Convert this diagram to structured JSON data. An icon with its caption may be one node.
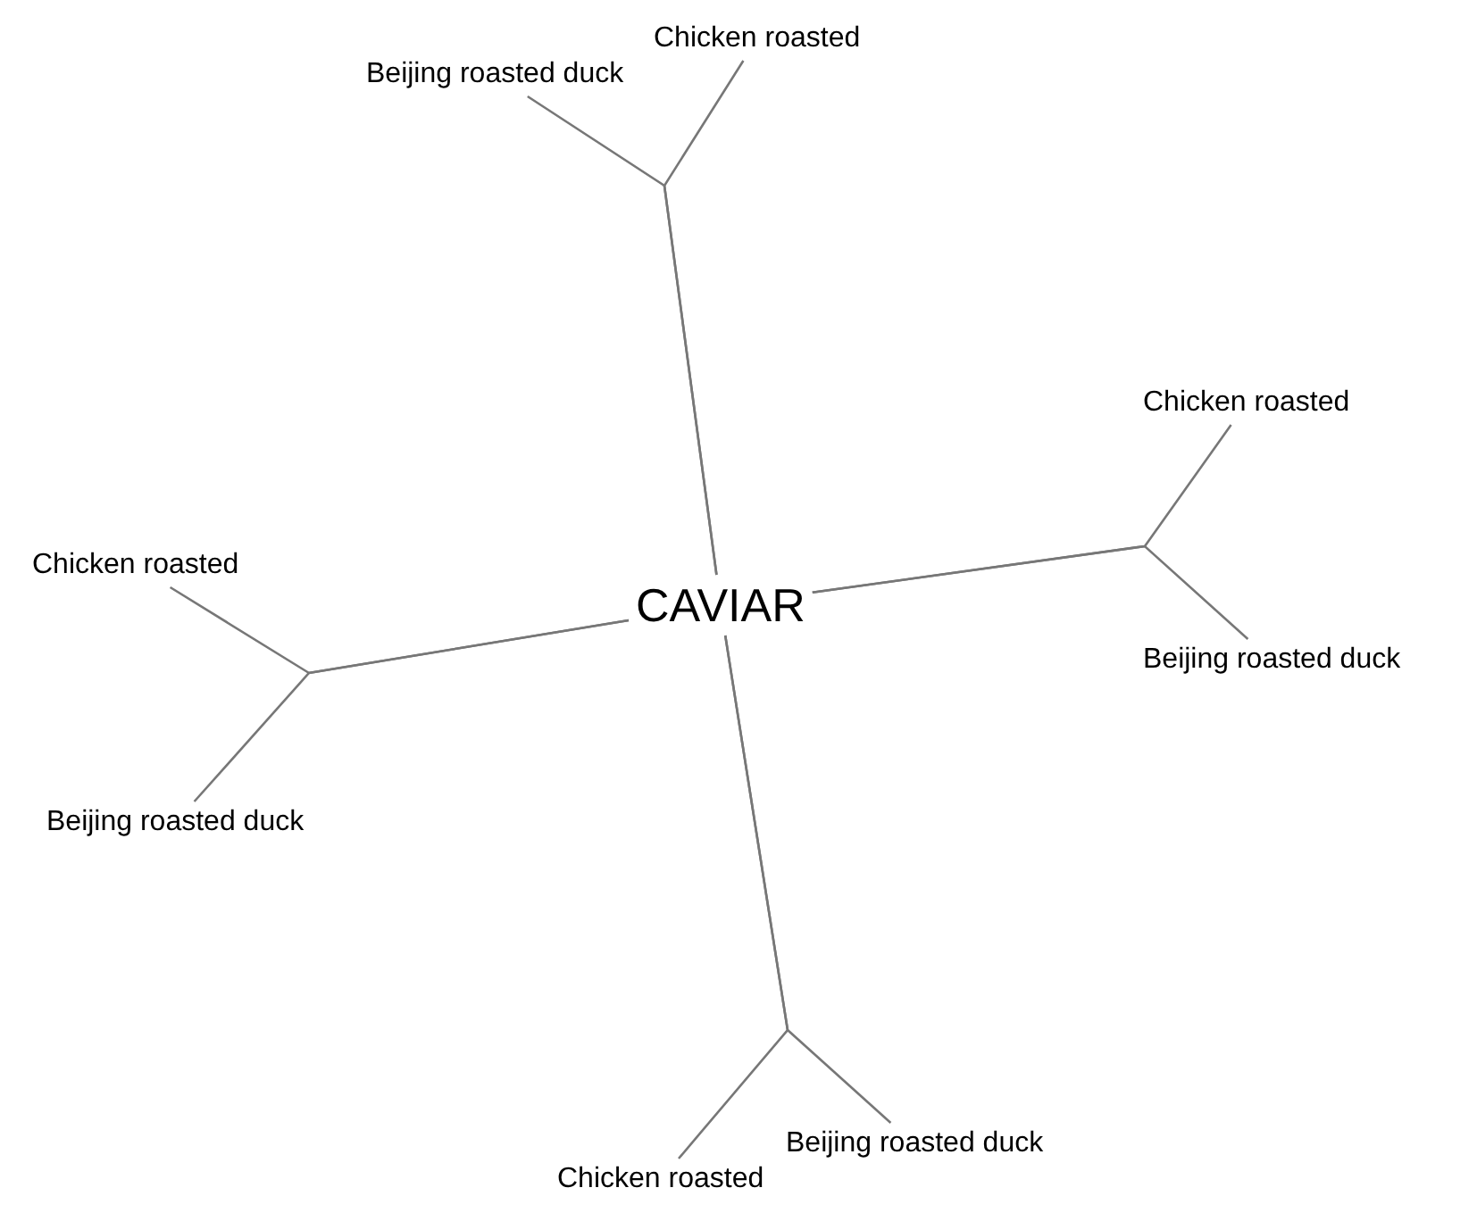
{
  "diagram": {
    "nodes": [
      {
        "text": [
          "CAVIAR"
        ]
      },
      {
        "text": [
          "Chicken roasted"
        ]
      },
      {
        "text": [
          "Beijing roasted duck"
        ]
      },
      {
        "text": [
          "Chicken roasted"
        ]
      },
      {
        "text": [
          "Beijing roasted duck"
        ]
      },
      {
        "text": [
          "Chicken roasted"
        ]
      },
      {
        "text": [
          "Beijing roasted duck"
        ]
      },
      {
        "text": [
          "Chicken roasted"
        ]
      },
      {
        "text": [
          "Beijing roasted duck"
        ]
      }
    ],
    "edges": [
      {
        "from": 0,
        "to": 1,
        "arrow": "none"
      },
      {
        "from": 0,
        "to": 2,
        "arrow": "none"
      },
      {
        "from": 0,
        "to": 3,
        "arrow": "none"
      },
      {
        "from": 0,
        "to": 4,
        "arrow": "none"
      },
      {
        "from": 0,
        "to": 5,
        "arrow": "none"
      },
      {
        "from": 0,
        "to": 6,
        "arrow": "none"
      },
      {
        "from": 0,
        "to": 7,
        "arrow": "none"
      },
      {
        "from": 0,
        "to": 8,
        "arrow": "none"
      }
    ]
  }
}
